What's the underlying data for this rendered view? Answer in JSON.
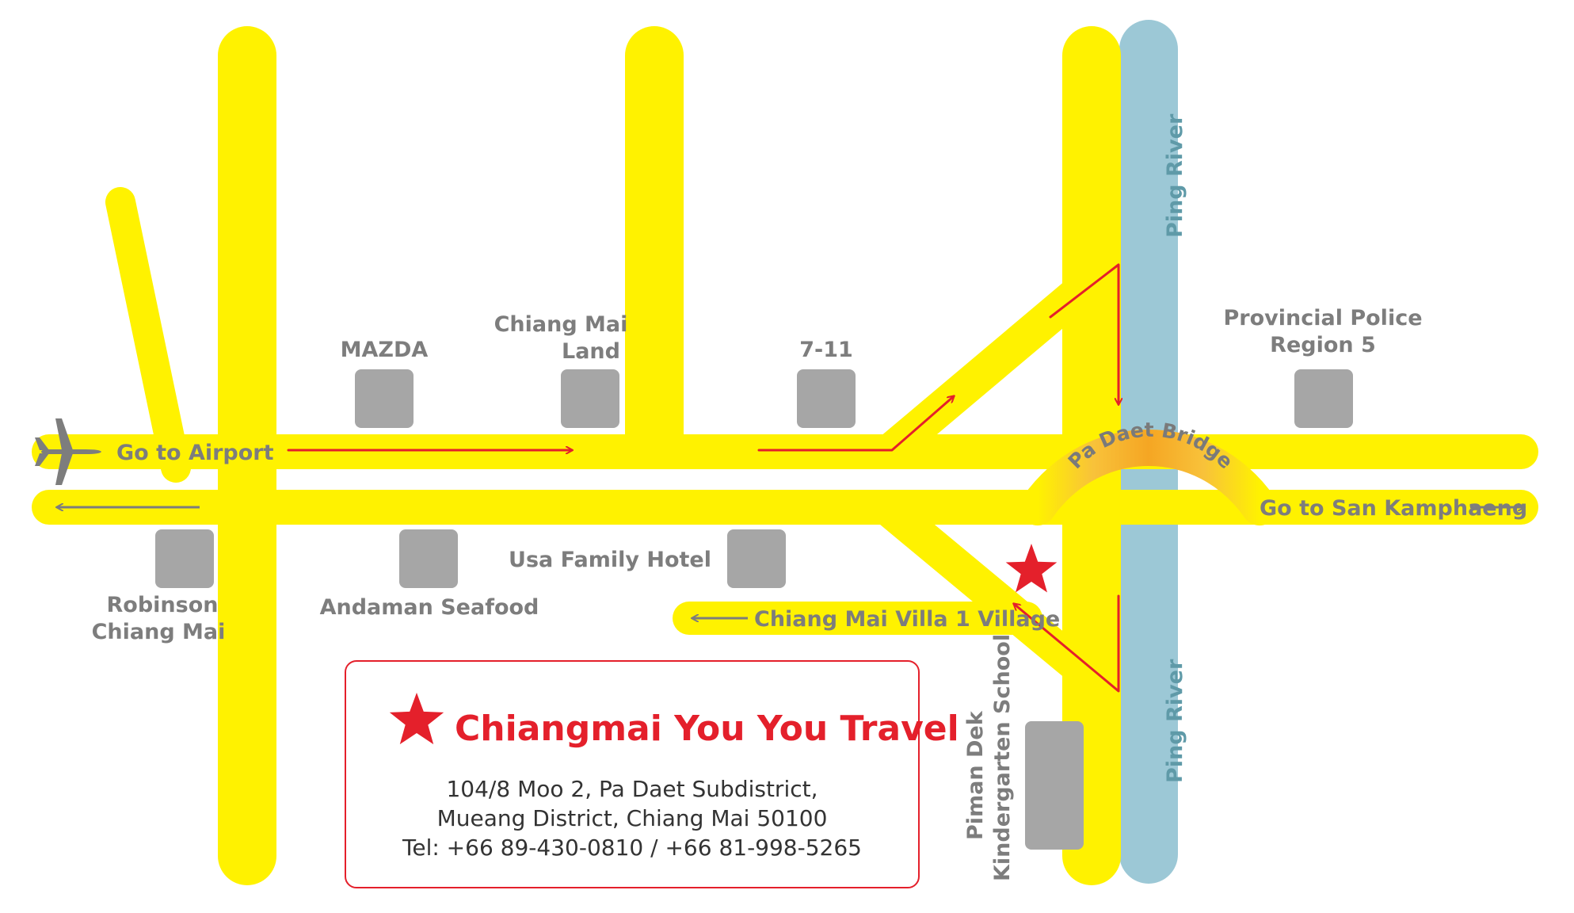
{
  "colors": {
    "road": "#fff200",
    "river": "#9cc8d6",
    "building": "#a6a6a6",
    "route": "#e4202b",
    "label": "#7d7d7d",
    "river_label": "#5f9aa8",
    "bridge": "#f5a623"
  },
  "labels": {
    "go_to_airport": "Go to Airport",
    "go_to_san_kamphaeng": "Go to San Kamphaeng",
    "mazda": "MAZDA",
    "chiang_mai_land_1": "Chiang Mai",
    "chiang_mai_land_2": "Land",
    "seven_eleven": "7-11",
    "police_1": "Provincial Police",
    "police_2": "Region 5",
    "robinson_1": "Robinson",
    "robinson_2": "Chiang Mai",
    "andaman": "Andaman Seafood",
    "usa_hotel": "Usa Family Hotel",
    "villa": "Chiang Mai Villa 1 Village",
    "pa_daet_bridge": "Pa Daet Bridge",
    "ping_river_top": "Ping River",
    "ping_river_bottom": "Ping River",
    "school_1": "Piman Dek",
    "school_2": "Kindergarten School"
  },
  "icons": {
    "airport": "airplane-icon",
    "destination": "star-icon"
  },
  "info": {
    "title": "Chiangmai You You Travel",
    "address_1": "104/8 Moo 2, Pa Daet Subdistrict,",
    "address_2": "Mueang District, Chiang Mai 50100",
    "tel": "Tel: +66 89-430-0810 / +66 81-998-5265"
  }
}
